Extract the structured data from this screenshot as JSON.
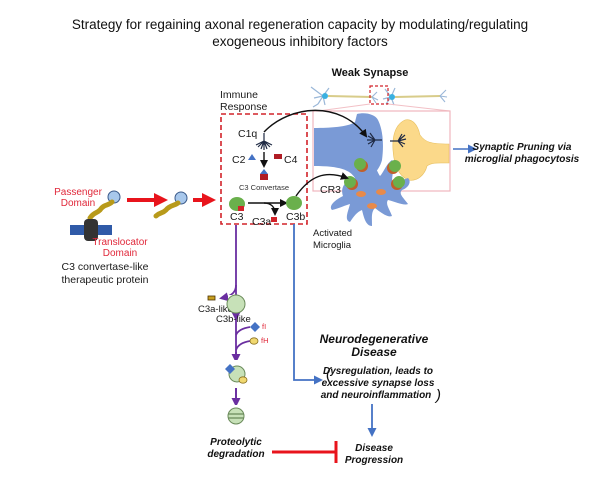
{
  "title": {
    "line1": "Strategy for regaining axonal regeneration capacity by modulating/regulating",
    "line2": "exogeneous inhibitory factors"
  },
  "weak_synapse": {
    "label": "Weak Synapse"
  },
  "immune_response": {
    "label_line1": "Immune",
    "label_line2": "Response",
    "c1q": "C1q",
    "c2": "C2",
    "c4": "C4",
    "c3_convertase": "C3 Convertase",
    "c3": "C3",
    "c3a": "C3a",
    "c3b": "C3b"
  },
  "therapeutic_protein": {
    "passenger_line1": "Passenger",
    "passenger_line2": "Domain",
    "translocator_line1": "Translocator",
    "translocator_line2": "Domain",
    "name_line1": "C3 convertase-like",
    "name_line2": "therapeutic protein"
  },
  "synapse_panel": {
    "cr3": "CR3",
    "microglia_line1": "Activated",
    "microglia_line2": "Microglia"
  },
  "outcomes": {
    "pruning_line1": "Synaptic Pruning via",
    "pruning_line2": "microglial phagocytosis",
    "neuro_line1": "Neurodegenerative",
    "neuro_line2": "Disease",
    "dys_line1": "Dysregulation, leads to",
    "dys_line2": "excessive synapse loss",
    "dys_line3": "and neuroinflammation",
    "progression_line1": "Disease",
    "progression_line2": "Progression"
  },
  "therapy_path": {
    "c3a_like": "C3a-like",
    "c3b_like": "C3b-like",
    "fi": "fI",
    "fh": "fH",
    "degradation_line1": "Proteolytic",
    "degradation_line2": "degradation"
  },
  "colors": {
    "red_arrow": "#e8141c",
    "purple_arrow": "#6a2ea0",
    "blue_arrow": "#4472c4",
    "dashed_box": "#d2232a",
    "neuron_blue": "#7a9ad6",
    "neuron_yellow": "#fbd98a",
    "c3_green": "#6ab04c",
    "light_green": "#c7e1b8"
  }
}
